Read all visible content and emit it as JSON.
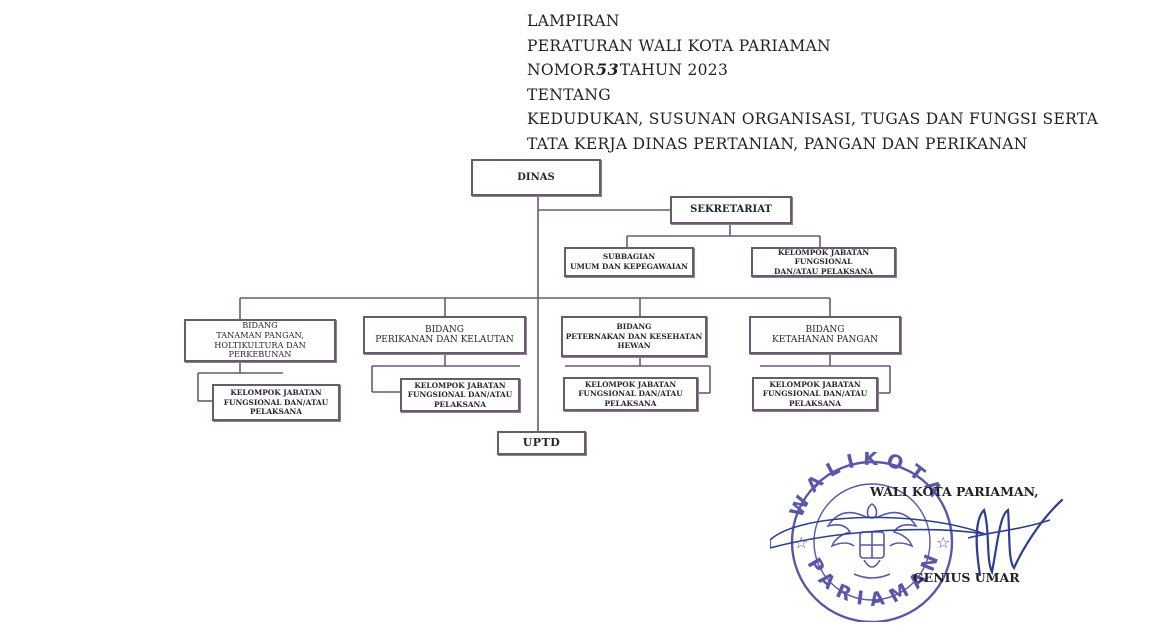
{
  "header": {
    "line1": "LAMPIRAN",
    "line2": "PERATURAN WALI KOTA PARIAMAN",
    "nomor_prefix": "NOMOR",
    "nomor_number": "53",
    "nomor_suffix": "TAHUN 2023",
    "line4": "TENTANG",
    "line5": "KEDUDUKAN, SUSUNAN ORGANISASI, TUGAS DAN FUNGSI SERTA",
    "line6": "TATA KERJA DINAS PERTANIAN, PANGAN DAN PERIKANAN"
  },
  "org_chart": {
    "dinas": "DINAS",
    "sekretariat": "SEKRETARIAT",
    "subbagian": "SUBBAGIAN\nUMUM DAN KEPEGAWAIAN",
    "kelompok_sekretariat": "KELOMPOK JABATAN FUNGSIONAL\nDAN/ATAU PELAKSANA",
    "bidang_1": "BIDANG\nTANAMAN PANGAN,\nHOLTIKULTURA DAN\nPERKEBUNAN",
    "bidang_2": "BIDANG\nPERIKANAN DAN KELAUTAN",
    "bidang_3": "BIDANG\nPETERNAKAN DAN KESEHATAN\nHEWAN",
    "bidang_4": "BIDANG\nKETAHANAN PANGAN",
    "kelompok_1": "KELOMPOK JABATAN\nFUNGSIONAL DAN/ATAU\nPELAKSANA",
    "kelompok_2": "KELOMPOK JABATAN\nFUNGSIONAL DAN/ATAU\nPELAKSANA",
    "kelompok_3": "KELOMPOK JABATAN\nFUNGSIONAL DAN/ATAU\nPELAKSANA",
    "kelompok_4": "KELOMPOK JABATAN\nFUNGSIONAL DAN/ATAU\nPELAKSANA",
    "uptd": "UPTD"
  },
  "signature": {
    "title": "WALI KOTA PARIAMAN,",
    "name": "GENIUS UMAR",
    "stamp_top": "WALIKOTA",
    "stamp_bottom": "PARIAMAN"
  },
  "colors": {
    "line": "#6b5a6e",
    "stamp": "#5a57a8",
    "signature_ink": "#2f3f8f"
  }
}
